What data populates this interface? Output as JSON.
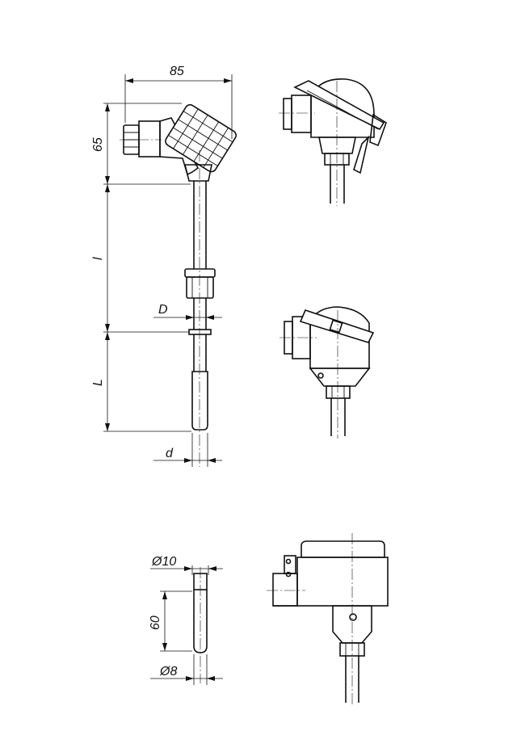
{
  "dimensions": {
    "width_85": "85",
    "head_height_65": "65",
    "insertion_l": "l",
    "thread_D": "D",
    "length_L": "L",
    "diameter_d": "d",
    "tip_diameter_10": "Ø10",
    "tip_length_60": "60",
    "tip_diameter_8": "Ø8"
  }
}
